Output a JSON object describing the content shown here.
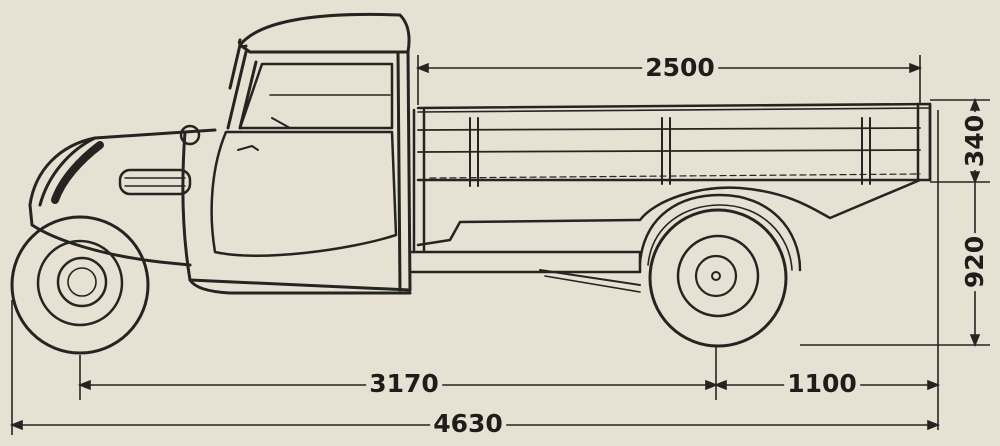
{
  "drawing": {
    "subject": "three-wheeled truck, side elevation",
    "ink_color": "#262420",
    "paper_color": "#e6e1d3"
  },
  "dimensions": {
    "bed_length": "2500",
    "side_height": "340",
    "bed_height": "920",
    "wheelbase": "3170",
    "rear_overhang": "1100",
    "overall_length": "4630"
  }
}
